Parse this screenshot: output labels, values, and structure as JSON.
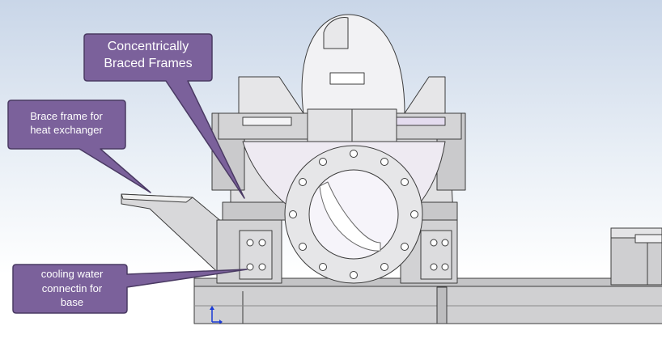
{
  "callouts": {
    "concentric": "Concentrically\nBraced Frames",
    "brace": "Brace frame for\nheat exchanger",
    "cooling": "cooling water\nconnectin for\nbase"
  },
  "colors": {
    "callout_fill": "#7b619b",
    "callout_stroke": "#4a3a63",
    "metal": "#d6d6d8",
    "edge": "#3c3c3c",
    "triad_y": "#1a3bd6"
  },
  "icons": {
    "view_triad": "axis-triad-icon"
  }
}
